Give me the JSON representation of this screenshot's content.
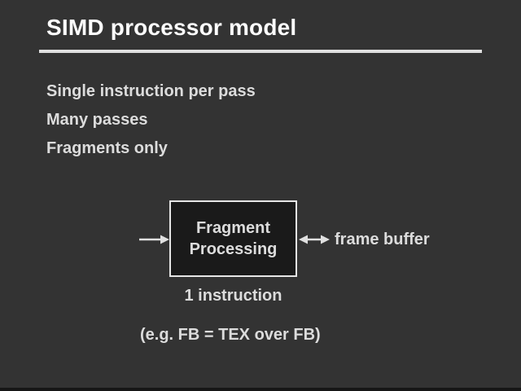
{
  "slide": {
    "title": "SIMD processor model",
    "bullets": [
      "Single instruction per pass",
      "Many passes",
      "Fragments only"
    ],
    "diagram": {
      "box_label_line1": "Fragment",
      "box_label_line2": "Processing",
      "input_arrow_icon": "arrow-right-icon",
      "io_arrow_icon": "arrow-left-right-icon",
      "right_label": "frame buffer",
      "below_box_label": "1 instruction",
      "example_label": "(e.g. FB = TEX over FB)"
    },
    "colors": {
      "background": "#333333",
      "box_fill": "#1a1a1a",
      "box_border": "#e6e6e6",
      "title": "#fdfdfd",
      "text": "#dcdcdc",
      "underline": "#e0e0e0",
      "arrow": "#e0e0e0"
    }
  }
}
